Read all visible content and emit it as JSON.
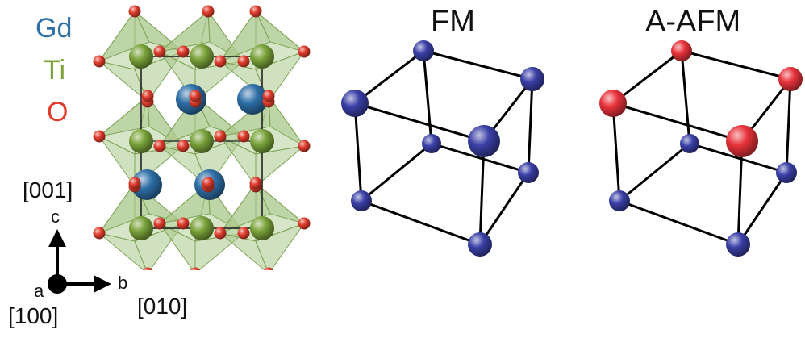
{
  "legend": {
    "items": [
      {
        "label": "Gd",
        "color": "#2e6fa8"
      },
      {
        "label": "Ti",
        "color": "#7aa33a"
      },
      {
        "label": "O",
        "color": "#e03c2c"
      }
    ]
  },
  "axes": {
    "c_letter": "c",
    "c_direction": "[001]",
    "a_letter": "a",
    "a_direction": "[100]",
    "b_letter": "b",
    "b_direction": "[010]"
  },
  "panels": {
    "fm": {
      "title": "FM",
      "spin_colors": [
        "#3a3fa6",
        "#3a3fa6",
        "#3a3fa6",
        "#3a3fa6",
        "#3a3fa6",
        "#3a3fa6",
        "#3a3fa6",
        "#3a3fa6"
      ]
    },
    "afm": {
      "title": "A-AFM",
      "spin_colors": [
        "#e8323a",
        "#e8323a",
        "#e8323a",
        "#e8323a",
        "#3a3fa6",
        "#3a3fa6",
        "#3a3fa6",
        "#3a3fa6"
      ]
    }
  },
  "colors": {
    "octahedron_fill": "#a9c98a",
    "octahedron_edge": "#7ea356"
  }
}
